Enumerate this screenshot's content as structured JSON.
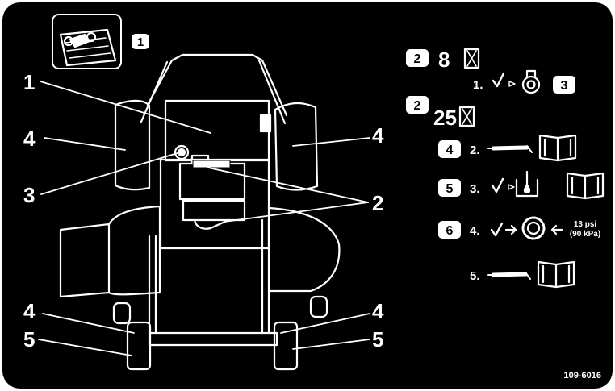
{
  "callouts": {
    "c1_left": "1",
    "c2_right": "2",
    "c3_left": "3",
    "c4_left_top": "4",
    "c4_right_top": "4",
    "c4_left_bottom": "4",
    "c4_right_bottom": "4",
    "c5_left": "5",
    "c5_right": "5"
  },
  "manual_badge": "1",
  "instructions": {
    "interval1_badge": "2",
    "interval1_hours": "8",
    "step1_num": "1.",
    "step1_badge": "3",
    "interval2_badge": "2",
    "interval2_hours": "25",
    "step2_badge": "4",
    "step2_num": "2.",
    "step3_badge": "5",
    "step3_num": "3.",
    "step4_badge": "6",
    "step4_num": "4.",
    "pressure_psi": "13 psi",
    "pressure_kpa": "(90 kPa)",
    "step5_num": "5."
  },
  "part_number": "109-6016",
  "icons": [
    "manual-wrench-icon",
    "hourglass-icon",
    "checkmark-icon",
    "air-filter-icon",
    "grease-gun-icon",
    "book-icon",
    "oil-level-icon",
    "tire-icon"
  ]
}
